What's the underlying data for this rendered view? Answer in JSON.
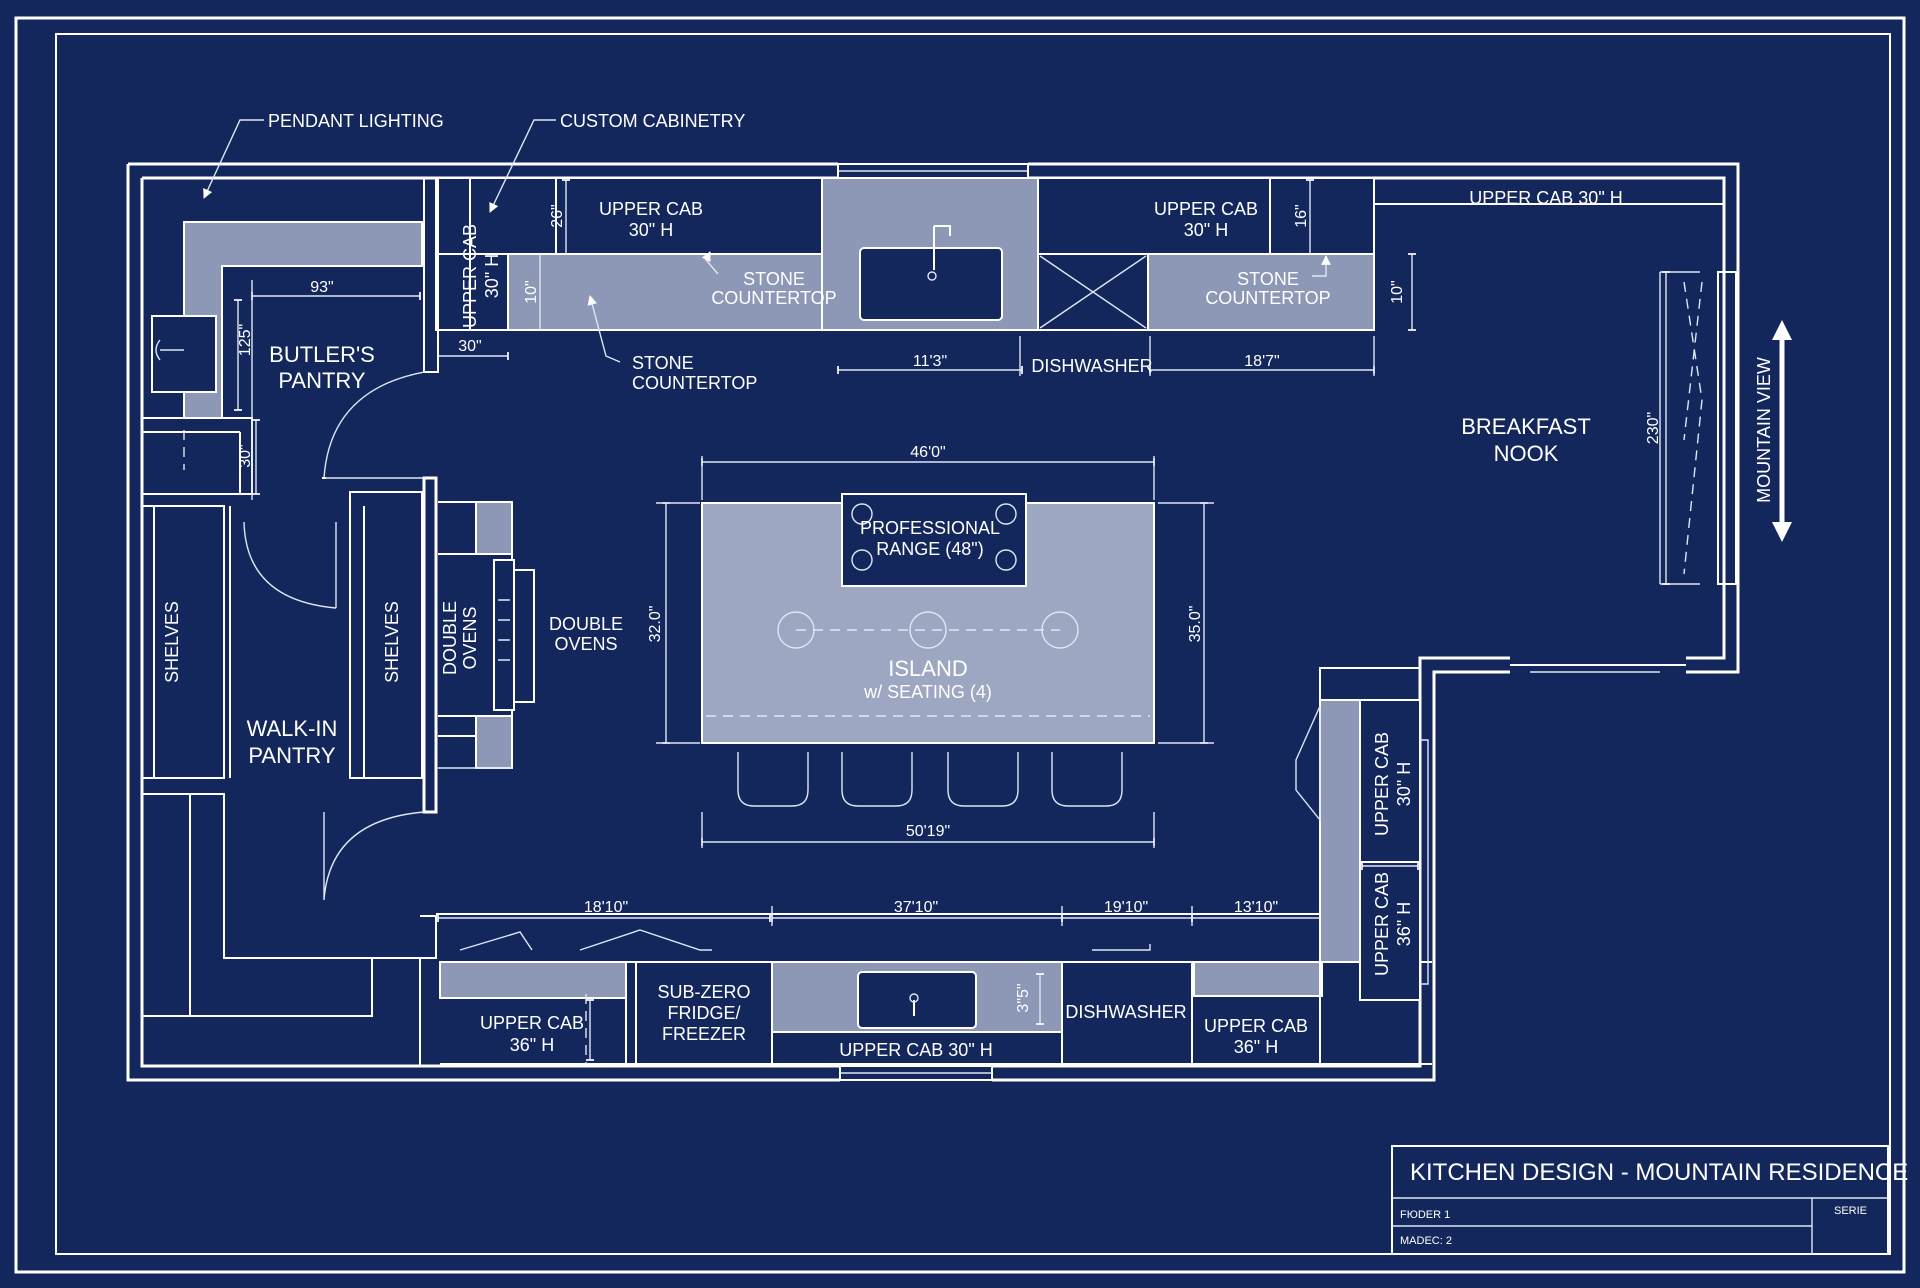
{
  "title_block": {
    "title": "KITCHEN DESIGN - MOUNTAIN RESIDENCE",
    "row1": "FЮDER 1",
    "row2": "MADEC: 2",
    "right": "SERIE"
  },
  "callouts": {
    "pendant": "PENDANT LIGHTING",
    "cabinetry": "CUSTOM CABINETRY"
  },
  "rooms": {
    "butlers_1": "BUTLER'S",
    "butlers_2": "PANTRY",
    "walkin_1": "WALK-IN",
    "walkin_2": "PANTRY",
    "nook_1": "BREAKFAST",
    "nook_2": "NOOK"
  },
  "labels": {
    "upper_cab_30_1": "UPPER CAB",
    "upper_cab_30_2": "30\" H",
    "upper_cab_30_right_1": "UPPER CAB",
    "upper_cab_30_right_2": "30\" H",
    "upper_cab_30_long": "UPPER CAB 30\" H",
    "stone_1a": "STONE",
    "stone_1b": "COUNTERTOP",
    "stone_2a": "STONE",
    "stone_2b": "COUNTERTOP",
    "stone_3a": "STONE",
    "stone_3b": "COUNTERTOP",
    "dishwasher_top": "DISHWASHER",
    "dishwasher_bottom": "DISHWASHER",
    "left_upper_1": "UPPER CAB",
    "left_upper_2": "30\" H",
    "shelves_left": "SHELVES",
    "shelves_right": "SHELVES",
    "double_ovens_v1": "DOUBLE",
    "double_ovens_v2": "OVENS",
    "double_ovens_h1": "DOUBLE",
    "double_ovens_h2": "OVENS",
    "range_1": "PROFESSIONAL",
    "range_2": "RANGE (48\")",
    "island_1": "ISLAND",
    "island_2": "w/ SEATING (4)",
    "mountain_view": "MOUNTAIN VIEW",
    "upper_cab_36_bl_1": "UPPER CAB",
    "upper_cab_36_bl_2": "36\" H",
    "subzero_1": "SUB-ZERO",
    "subzero_2": "FRIDGE/",
    "subzero_3": "FREEZER",
    "upper_cab_30_bottom": "UPPER CAB 30\" H",
    "upper_cab_36_br_1": "UPPER CAB",
    "upper_cab_36_br_2": "36\" H",
    "right_upper_30_1": "UPPER CAB",
    "right_upper_30_2": "30\" H",
    "right_upper_36_1": "UPPER CAB",
    "right_upper_36_2": "36\" H"
  },
  "dimensions": {
    "d93": "93\"",
    "d125": "125\"",
    "d30v": "30\"",
    "d30h": "30\"",
    "d26": "26\"",
    "d10a": "10\"",
    "d16": "16\"",
    "d10b": "10\"",
    "d113": "11'3\"",
    "d187": "18'7\"",
    "d230": "230\"",
    "d460": "46'0\"",
    "d320": "32.0\"",
    "d350": "35.0\"",
    "d5019": "50'19\"",
    "d1810": "18'10\"",
    "d3710": "37'10\"",
    "d1910": "19'10\"",
    "d1310": "13'10\"",
    "d35": "3\"5\""
  },
  "colors": {
    "background": "#13275c",
    "counter": "#8d98b6",
    "island": "#9ea7c1",
    "line": "#ffffff"
  }
}
